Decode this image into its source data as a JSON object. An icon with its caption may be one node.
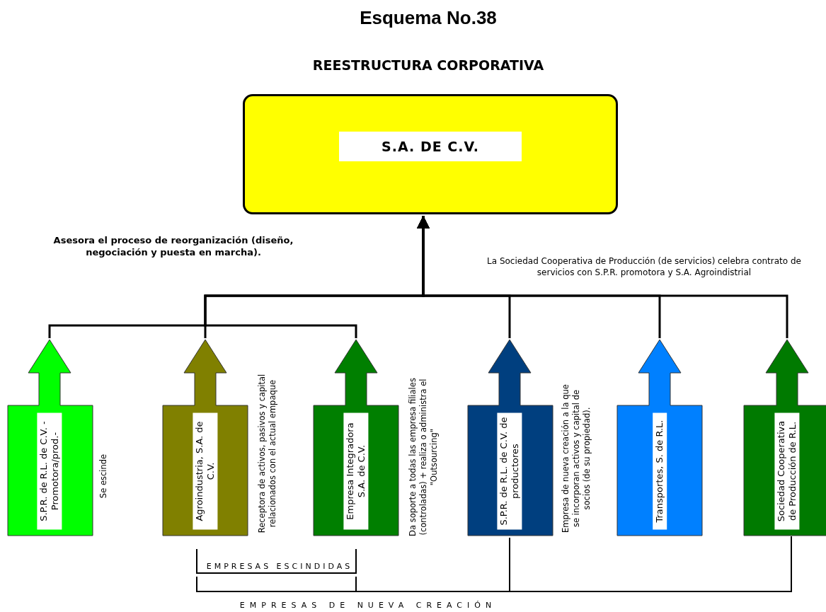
{
  "diagram": {
    "title": "Esquema No.38",
    "nodes": [
      {
        "text": [
          "S.A. DE C.V."
        ]
      },
      {
        "text": [
          "S.P.R. de R.L. de C.V. -Promotora/prod.-"
        ],
        "beside": [
          "Se escinde"
        ]
      },
      {
        "text": [
          "Agroindustria, S.A. de C.V."
        ],
        "beside": [
          "Receptora de activos, pasivos y capital relacionados con el actual empaque"
        ]
      },
      {
        "text": [
          "Empresa Integradora S.A. de C.V."
        ],
        "beside": [
          "Da soporte a todas las empresa filiales (controladas) + realiza o administra el \"Outsourcing\""
        ]
      },
      {
        "text": [
          "S.P.R. de R.L. de C.V. de productores"
        ],
        "beside": [
          "Empresa de nueva creación a la que se incorporan activos y capital de socios (de su propiedad)."
        ]
      },
      {
        "text": [
          "Transportes, S. de R.L."
        ]
      },
      {
        "text": [
          "Sociedad Cooperativa de Producción de R.L."
        ]
      }
    ],
    "edges": [
      {
        "from": 1,
        "to": 0,
        "arrow": "to"
      },
      {
        "from": 2,
        "to": 0,
        "arrow": "to"
      },
      {
        "from": 3,
        "to": 0,
        "arrow": "to"
      },
      {
        "from": 4,
        "to": 0,
        "arrow": "to"
      },
      {
        "from": 5,
        "to": 0,
        "arrow": "to"
      },
      {
        "from": 6,
        "to": 0,
        "arrow": "to"
      }
    ],
    "labels": [
      "REESTRUCTURA CORPORATIVA",
      "Asesora el proceso de reorganización (diseño, negociación y puesta en marcha).",
      "La Sociedad Cooperativa de Producción (de servicios) celebra contrato de servicios con S.P.R. promotora y S.A. Agroindistrial",
      "EMPRESAS ESCINDIDAS",
      "EMPRESAS DE NUEVA CREACIÓN"
    ]
  }
}
